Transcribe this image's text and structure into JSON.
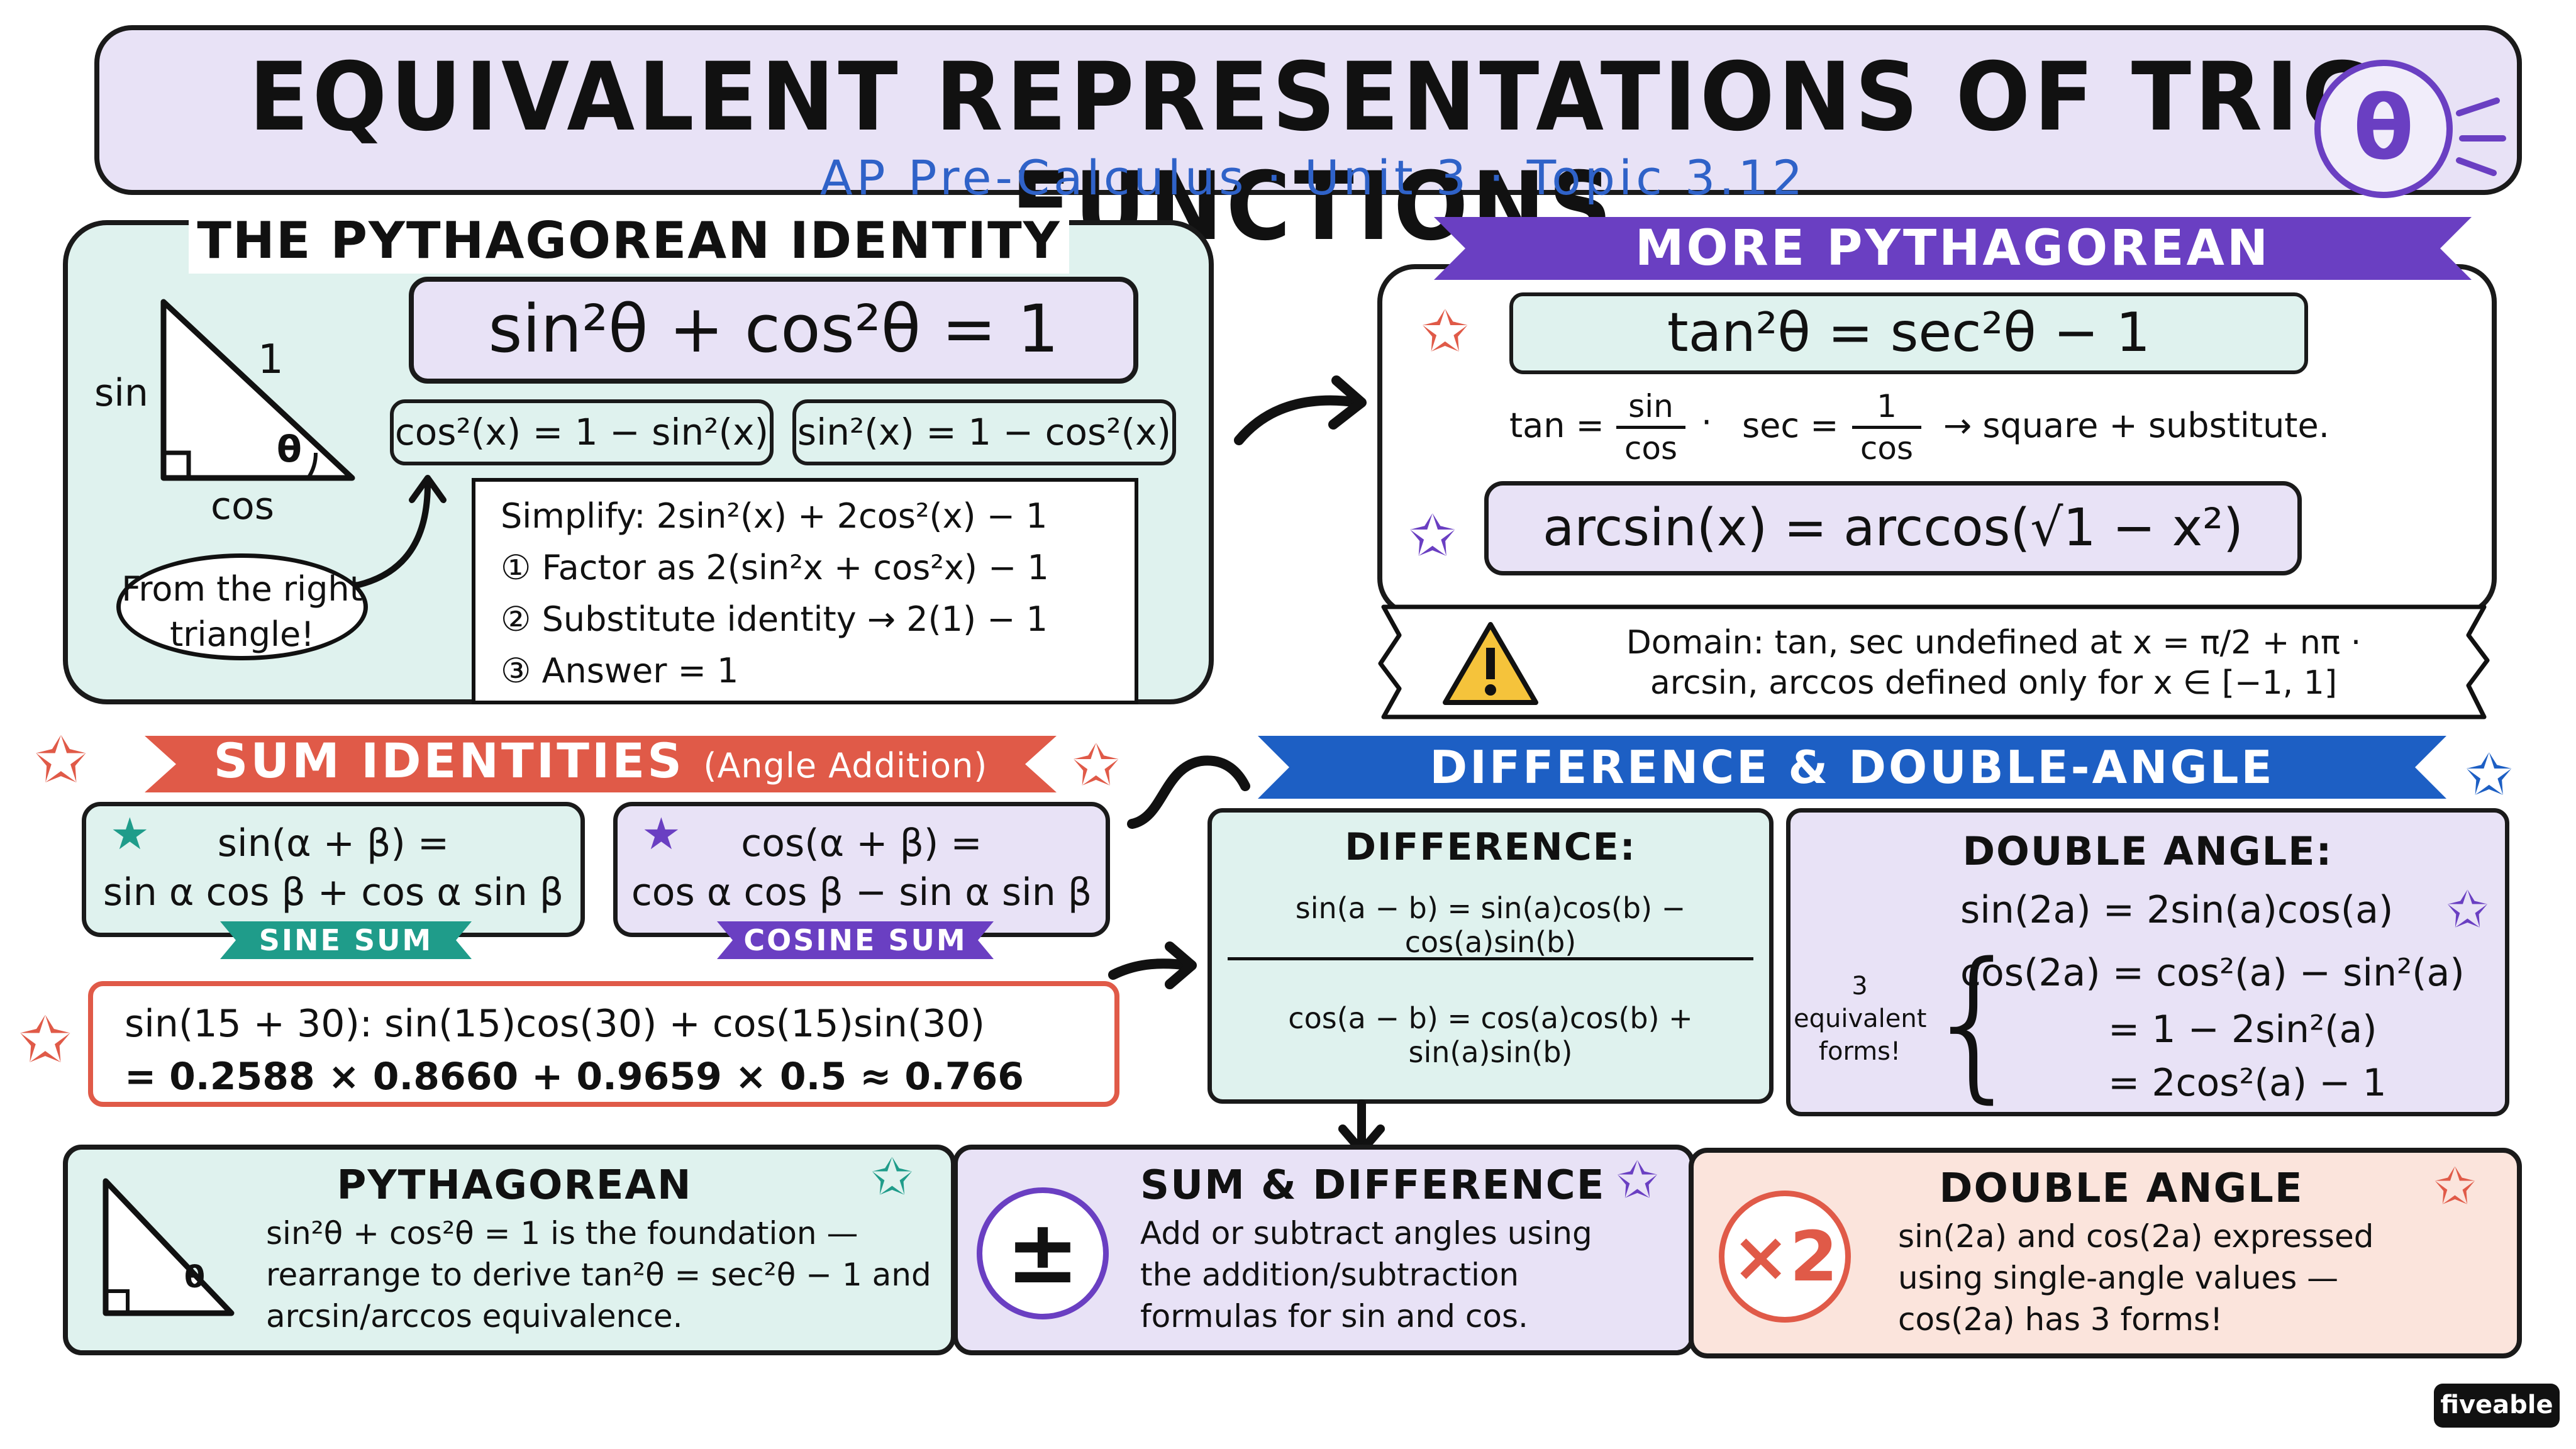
{
  "header": {
    "title": "EQUIVALENT REPRESENTATIONS OF TRIG FUNCTIONS",
    "subtitle": "AP Pre-Calculus · Unit 3 · Topic 3.12",
    "badge_symbol": "θ"
  },
  "pythagorean": {
    "heading": "THE PYTHAGOREAN IDENTITY",
    "main_identity": "sin²θ + cos²θ = 1",
    "alt1": "cos²(x) = 1 − sin²(x)",
    "alt2": "sin²(x) = 1 − cos²(x)",
    "triangle": {
      "hyp": "1",
      "opp": "sin",
      "adj": "cos",
      "angle": "θ"
    },
    "bubble": "From the right triangle!",
    "simplify": {
      "line1": "Simplify: 2sin²(x) + 2cos²(x) − 1",
      "step1": "① Factor as 2(sin²x + cos²x) − 1",
      "step2": "② Substitute identity → 2(1) − 1",
      "step3": "③ Answer = 1"
    }
  },
  "more_pythagorean": {
    "heading": "MORE PYTHAGOREAN IDENTITIES",
    "identity1": "tan²θ = sec²θ − 1",
    "tan_label": "tan =",
    "tan_num": "sin",
    "tan_den": "cos",
    "sec_label": "sec =",
    "sec_num": "1",
    "sec_den": "cos",
    "note": "→ square + substitute.",
    "identity2": "arcsin(x) = arccos(√1 − x²)",
    "warning_line1": "Domain: tan, sec undefined at x = π/2 + nπ ·",
    "warning_line2": "arcsin, arccos defined only for x ∈ [−1, 1]"
  },
  "sum": {
    "heading": "SUM IDENTITIES",
    "heading_sub": "(Angle Addition)",
    "sine_line1": "sin(α + β) =",
    "sine_line2": "sin α cos β + cos α sin β",
    "sine_tag": "SINE SUM",
    "cos_line1": "cos(α + β) =",
    "cos_line2": "cos α cos β − sin α sin β",
    "cos_tag": "COSINE SUM",
    "example_line1": "sin(15 + 30): sin(15)cos(30) + cos(15)sin(30)",
    "example_line2": "= 0.2588 × 0.8660 + 0.9659 × 0.5 ≈ 0.766"
  },
  "diff_double": {
    "heading": "DIFFERENCE & DOUBLE-ANGLE IDENTITIES",
    "diff_title": "DIFFERENCE:",
    "diff_sin": "sin(a − b) = sin(a)cos(b) − cos(a)sin(b)",
    "diff_cos": "cos(a − b) = cos(a)cos(b) + sin(a)sin(b)",
    "double_title": "DOUBLE ANGLE:",
    "double_sin": "sin(2a) = 2sin(a)cos(a)",
    "double_cos1": "cos(2a) = cos²(a) − sin²(a)",
    "double_cos2": "= 1 − 2sin²(a)",
    "double_cos3": "= 2cos²(a) − 1",
    "forms_note": "3 equivalent forms!"
  },
  "summary": [
    {
      "title": "PYTHAGOREAN",
      "text": "sin²θ + cos²θ = 1 is the foundation — rearrange to derive tan²θ = sec²θ − 1 and arcsin/arccos equivalence.",
      "icon_text": "θ"
    },
    {
      "title": "SUM & DIFFERENCE",
      "text": "Add or subtract angles using the addition/subtraction formulas for sin and cos.",
      "icon_text": "±"
    },
    {
      "title": "DOUBLE ANGLE",
      "text": "sin(2a) and cos(2a) expressed using single-angle values — cos(2a) has 3 forms!",
      "icon_text": "×2"
    }
  ],
  "brand": "fiveable",
  "colors": {
    "teal": "#dff2ee",
    "lavender": "#e8e2f6",
    "peach": "#fbe4dc",
    "red": "#e05a48",
    "purple": "#6a3fc2",
    "blue": "#1d5fc4",
    "title_blue": "#2f62c8"
  }
}
